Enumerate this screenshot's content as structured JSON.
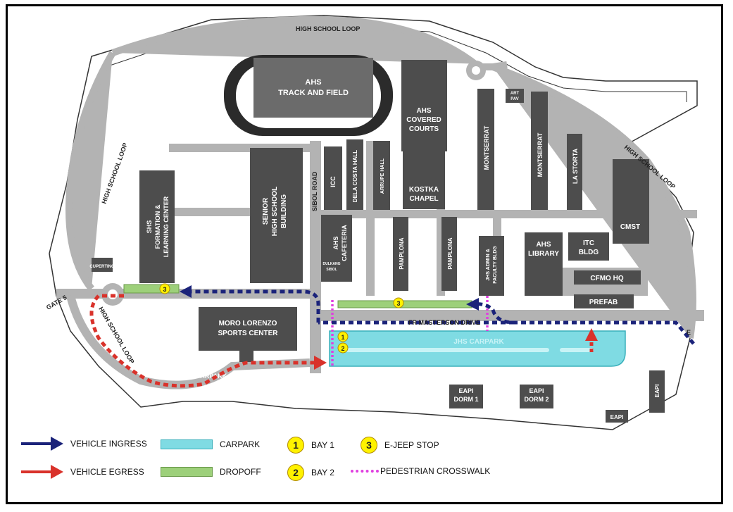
{
  "map": {
    "roads": {
      "high_school_loop_top": "HIGH SCHOOL LOOP",
      "high_school_loop_left": "HIGH SCHOOL LOOP",
      "high_school_loop_right": "HIGH SCHOOL LOOP",
      "high_school_loop_bottom": "HIGH SCHOOL LOOP",
      "sibol_road": "SIBOL ROAD",
      "fr_masterson_drive": "FR MASTERSON DRIVE",
      "gate_5": "GATE 5",
      "e_label": "E"
    },
    "buildings": {
      "track": "AHS\nTRACK AND FIELD",
      "covered_courts": "AHS\nCOVERED\nCOURTS",
      "kostka": "KOSTKA\nCHAPEL",
      "art_pav": "ART\nPAV",
      "montserrat_1": "MONTSERRAT",
      "montserrat_2": "MONTSERRAT",
      "la_storta": "LA STORTA",
      "shs_formation": "SHS\nFORMATION &\nLEARNING CENTER",
      "senior_high": "SENIOR\nHIGH SCHOOL\nBUILDING",
      "icc": "ICC",
      "dela_costa": "DELA COSTA HALL",
      "arrupe": "ARRUPE HALL",
      "ahs_cafeteria": "AHS\nCAFETERIA",
      "dulkanc": "DULKANG\nSIBOL",
      "pamplona_1": "PAMPLONA",
      "pamplona_2": "PAMPLONA",
      "jhs_admin": "JHS ADMIN &\nFACULTY BLDG",
      "ahs_library": "AHS\nLIBRARY",
      "itc_bldg": "ITC\nBLDG",
      "cmst": "CMST",
      "cfmo_hq": "CFMO HQ",
      "prefab": "PREFAB",
      "cupertino": "CUPERTINO",
      "moro_lorenzo": "MORO LORENZO\nSPORTS CENTER",
      "mlsc_carpark": "MLSC\nCARPARK",
      "jhs_carpark": "JHS CARPARK",
      "eapi_dorm_1": "EAPI\nDORM 1",
      "eapi_dorm_2": "EAPI\nDORM 2",
      "eapi_a": "EAPI",
      "eapi_b": "EAPI"
    },
    "markers": {
      "bay1_num": "1",
      "bay2_num": "2",
      "ejeep_left_num": "3",
      "ejeep_right_num": "3"
    }
  },
  "legend": {
    "vehicle_ingress": "VEHICLE INGRESS",
    "vehicle_egress": "VEHICLE EGRESS",
    "carpark": "CARPARK",
    "dropoff": "DROPOFF",
    "bay1_num": "1",
    "bay1": "BAY 1",
    "bay2_num": "2",
    "bay2": "BAY 2",
    "ejeep_num": "3",
    "ejeep": "E-JEEP STOP",
    "pedestrian": "PEDESTRIAN CROSSWALK"
  },
  "colors": {
    "ingress": "#1b237a",
    "egress": "#d9322b",
    "carpark": "#7fdbe3",
    "dropoff": "#9dd07a",
    "crosswalk": "#e040e0",
    "marker": "#fff200",
    "building": "#4d4d4d"
  }
}
